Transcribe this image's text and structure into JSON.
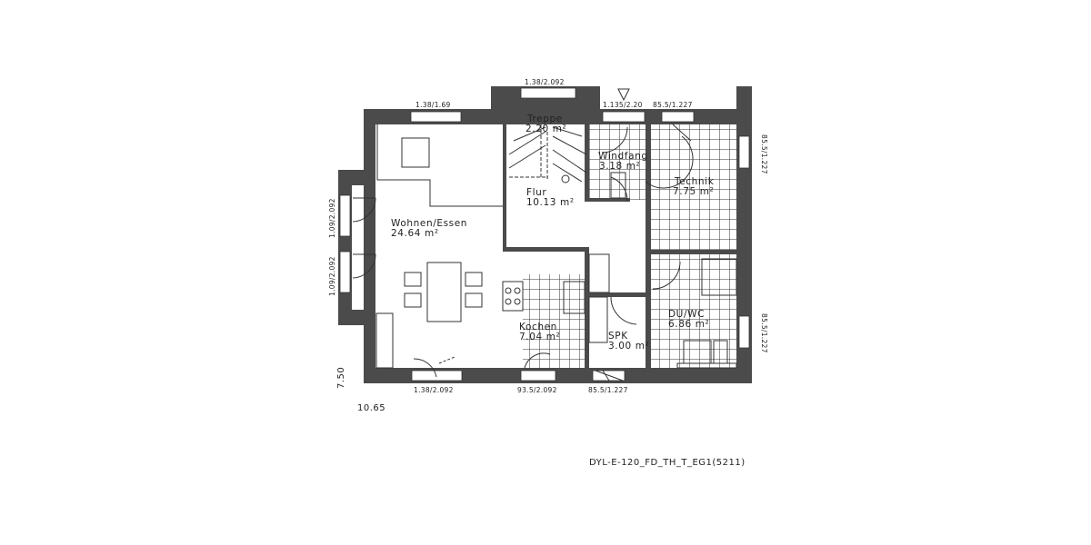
{
  "plan_code": "DYL-E-120_FD_TH_T_EG1(5211)",
  "overall": {
    "width": "10.65",
    "depth": "7.50"
  },
  "rooms": [
    {
      "name": "Wohnen/Essen",
      "area": "24.64 m²"
    },
    {
      "name": "Treppe",
      "area": "2.20 m²"
    },
    {
      "name": "Flur",
      "area": "10.13 m²"
    },
    {
      "name": "Windfang",
      "area": "3.18 m²"
    },
    {
      "name": "Technik",
      "area": "7.75 m²"
    },
    {
      "name": "Kochen",
      "area": "7.04 m²"
    },
    {
      "name": "SPK",
      "area": "3.00 m²"
    },
    {
      "name": "DU/WC",
      "area": "6.86 m²"
    }
  ],
  "openings": {
    "top_left": "1.38/1.69",
    "top_stair": "1.38/2.092",
    "top_entry": "1.135/2.20",
    "top_technik": "85.5/1.227",
    "right_technik": "85.5/1.227",
    "right_bath": "85.5/1.227",
    "left_upper": "1.09/2.092",
    "left_lower": "1.09/2.092",
    "bottom_living": "1.38/2.092",
    "bottom_kitchen": "93.5/2.092",
    "bottom_spk": "85.5/1.227"
  },
  "colors": {
    "wall": "#4b4b4b",
    "line": "#333333"
  }
}
